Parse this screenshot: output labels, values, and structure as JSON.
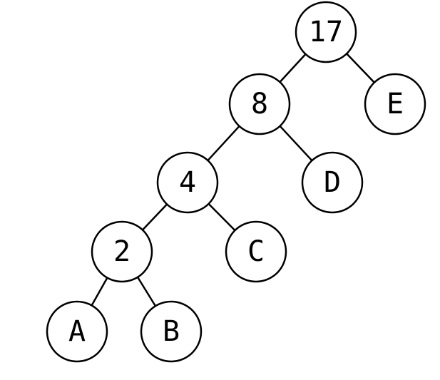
{
  "tree": {
    "nodes": [
      {
        "id": "n17",
        "label": "17"
      },
      {
        "id": "n8",
        "label": "8"
      },
      {
        "id": "nE",
        "label": "E"
      },
      {
        "id": "n4",
        "label": "4"
      },
      {
        "id": "nD",
        "label": "D"
      },
      {
        "id": "n2",
        "label": "2"
      },
      {
        "id": "nC",
        "label": "C"
      },
      {
        "id": "nA",
        "label": "A"
      },
      {
        "id": "nB",
        "label": "B"
      }
    ],
    "edges": [
      {
        "from": "n17",
        "to": "n8"
      },
      {
        "from": "n17",
        "to": "nE"
      },
      {
        "from": "n8",
        "to": "n4"
      },
      {
        "from": "n8",
        "to": "nD"
      },
      {
        "from": "n4",
        "to": "n2"
      },
      {
        "from": "n4",
        "to": "nC"
      },
      {
        "from": "n2",
        "to": "nA"
      },
      {
        "from": "n2",
        "to": "nB"
      }
    ]
  }
}
